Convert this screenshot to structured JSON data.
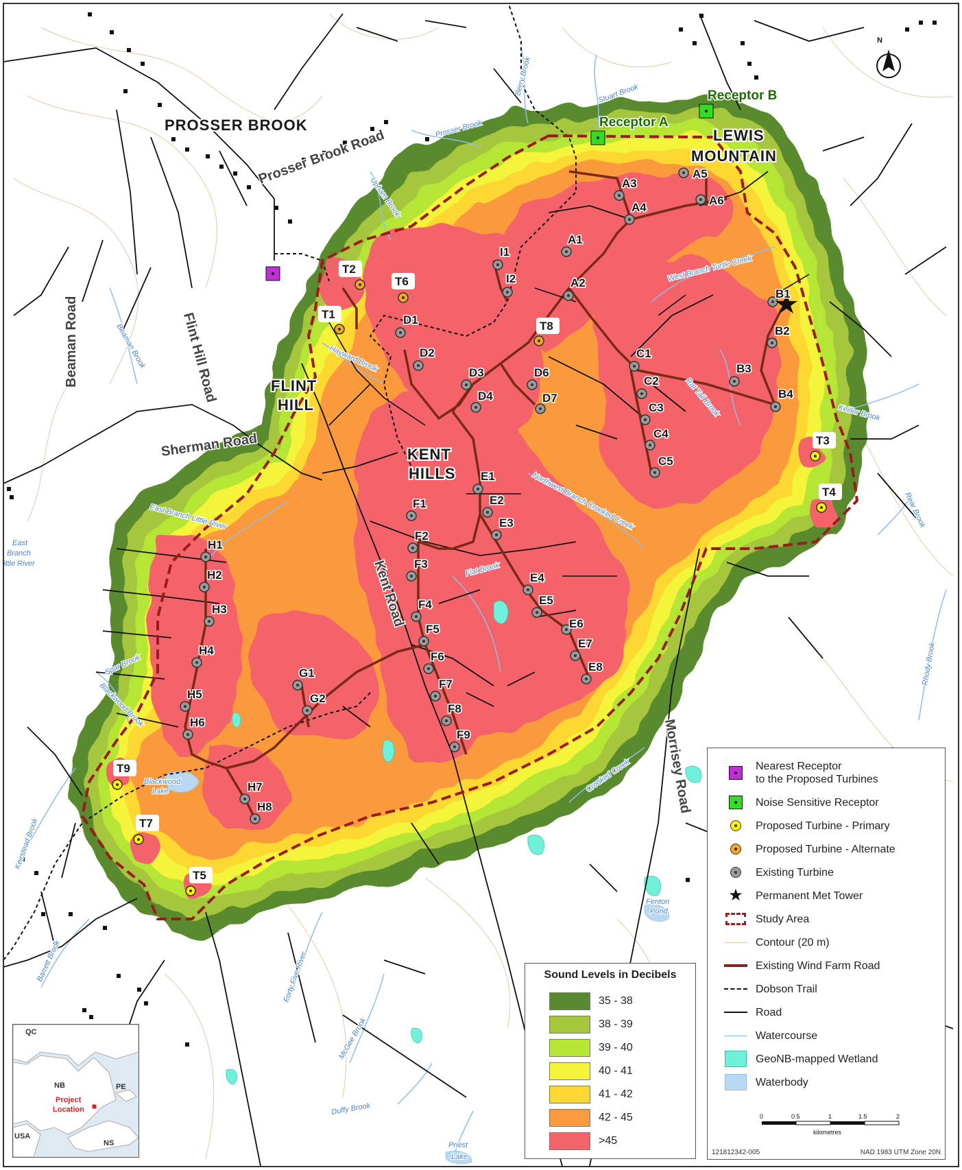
{
  "places": {
    "prosser_brook": "PROSSER BROOK",
    "lewis_mountain_1": "LEWIS",
    "lewis_mountain_2": "MOUNTAIN",
    "flint_hill_1": "FLINT",
    "flint_hill_2": "HILL",
    "kent_hills_1": "KENT",
    "kent_hills_2": "HILLS"
  },
  "roads": {
    "prosser_brook_road": "Prosser Brook Road",
    "beaman_road": "Beaman Road",
    "flint_hill_road": "Flint Hill Road",
    "sherman_road": "Sherman Road",
    "kent_road": "Kent Road",
    "morrisey_road": "Morrisey Road"
  },
  "watercourses": {
    "berry_brook": "Berry Brook",
    "stuart_brook": "Stuart Brook",
    "prosser_brook": "Prosser Brook",
    "upham_brook": "Upham Brook",
    "west_branch_turtle_creek": "West Branch Turtle Creek",
    "beaman_brook": "Beaman Brook",
    "hayward_brook": "Hayward Brook",
    "rat_tail_brook": "Rat Tail Brook",
    "keillor_brook": "Keillor Brook",
    "rear_brook": "Rear Brook",
    "northwest_branch_crooked_creek": "Northwest Branch Crooked Creek",
    "east_branch_little_river": "East Branch Little River",
    "east_branch_little_river_w1": "East",
    "east_branch_little_river_w2": "Branch",
    "east_branch_little_river_w3": "ittle River",
    "flat_brook": "Flat Brook",
    "spar_brook": "Spar Brook",
    "blackwood_brook": "Blackwood Brook",
    "blackwood_lake_1": "Blackwood",
    "blackwood_lake_2": "Lake",
    "keirstead_brook": "Keirstead Brook",
    "crooked_creek": "Crooked Creek",
    "rhody_brook": "Rhody Brook",
    "fenton_pond_1": "Fenton",
    "fenton_pond_2": "Pond",
    "barrett_brook": "Barrett Brook",
    "forty_five_river": "Forty Five River",
    "mcgee_brook": "McGee Brook",
    "duffy_brook": "Duffy Brook",
    "priest_lake_1": "Priest",
    "priest_lake_2": "Lake"
  },
  "receptors": {
    "receptor_a": "Receptor A",
    "receptor_b": "Receptor B"
  },
  "turbine_labels": {
    "A1": "A1",
    "A2": "A2",
    "A3": "A3",
    "A4": "A4",
    "A5": "A5",
    "A6": "A6",
    "B1": "B1",
    "B2": "B2",
    "B3": "B3",
    "B4": "B4",
    "C1": "C1",
    "C2": "C2",
    "C3": "C3",
    "C4": "C4",
    "C5": "C5",
    "D1": "D1",
    "D2": "D2",
    "D3": "D3",
    "D4": "D4",
    "D6": "D6",
    "D7": "D7",
    "E1": "E1",
    "E2": "E2",
    "E3": "E3",
    "E4": "E4",
    "E5": "E5",
    "E6": "E6",
    "E7": "E7",
    "E8": "E8",
    "F1": "F1",
    "F2": "F2",
    "F3": "F3",
    "F4": "F4",
    "F5": "F5",
    "F6": "F6",
    "F7": "F7",
    "F8": "F8",
    "F9": "F9",
    "G1": "G1",
    "G2": "G2",
    "H1": "H1",
    "H2": "H2",
    "H3": "H3",
    "H4": "H4",
    "H5": "H5",
    "H6": "H6",
    "H7": "H7",
    "H8": "H8",
    "I1": "I1",
    "I2": "I2",
    "T1": "T1",
    "T2": "T2",
    "T3": "T3",
    "T4": "T4",
    "T5": "T5",
    "T6": "T6",
    "T7": "T7",
    "T8": "T8",
    "T9": "T9"
  },
  "north_arrow": "N",
  "legend": {
    "nearest_receptor_1": "Nearest Receptor",
    "nearest_receptor_2": "to the Proposed Turbines",
    "noise_sensitive": "Noise Sensitive Receptor",
    "proposed_primary": "Proposed Turbine - Primary",
    "proposed_alternate": "Proposed Turbine - Alternate",
    "existing_turbine": "Existing Turbine",
    "met_tower": "Permanent Met Tower",
    "study_area": "Study Area",
    "contour": "Contour (20 m)",
    "wind_farm_road": "Existing Wind Farm Road",
    "dobson_trail": "Dobson Trail",
    "road": "Road",
    "watercourse": "Watercourse",
    "wetland": "GeoNB-mapped Wetland",
    "waterbody": "Waterbody"
  },
  "sound_levels": {
    "title": "Sound Levels in Decibels",
    "bands": [
      {
        "label": "35 - 38",
        "color": "#5a8a2f"
      },
      {
        "label": "38 - 39",
        "color": "#a6c63c"
      },
      {
        "label": "39 - 40",
        "color": "#b6e636"
      },
      {
        "label": "40 - 41",
        "color": "#f4f43a"
      },
      {
        "label": "41 - 42",
        "color": "#fdd832"
      },
      {
        "label": "42 - 45",
        "color": "#fb9a3e"
      },
      {
        "label": ">45",
        "color": "#f5636b"
      }
    ]
  },
  "scale": {
    "ticks": [
      "0",
      "0.5",
      "1",
      "1.5",
      "2"
    ],
    "unit": "kilometres"
  },
  "footer": {
    "project_number": "121812342-005",
    "projection": "NAD 1983 UTM Zone 20N"
  },
  "inset": {
    "qc": "QC",
    "nb": "NB",
    "pe": "PE",
    "ns": "NS",
    "usa": "USA",
    "project_location_1": "Project",
    "project_location_2": "Location"
  },
  "colors": {
    "study_area": "#9b1c1c",
    "wind_farm_road": "#7a2a14",
    "watercourse": "#8fbde6",
    "wetland": "#6ff0d8",
    "receptor_green": "#33dd22",
    "nearest_receptor": "#c02ed6",
    "existing_turbine": "#9a9a9a",
    "primary_turbine": "#fff200",
    "alternate_turbine": "#f5a623"
  }
}
